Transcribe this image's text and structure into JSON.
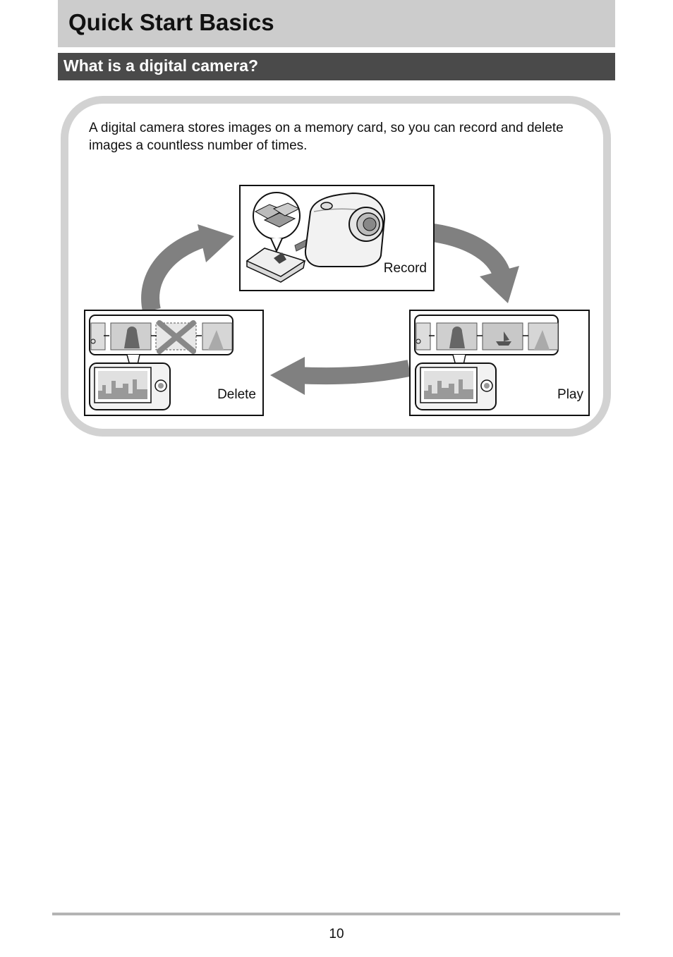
{
  "page": {
    "title": "Quick Start Basics",
    "section_title": "What is a digital camera?",
    "intro_text": "A digital camera stores images on a memory card, so you can record and delete images a countless number of times.",
    "page_number": "10"
  },
  "diagram": {
    "record_label": "Record",
    "play_label": "Play",
    "delete_label": "Delete"
  },
  "colors": {
    "title_bar": "#cccccc",
    "section_bar": "#4a4a4a",
    "panel_border": "#d2d2d2",
    "arrow": "#808080"
  }
}
